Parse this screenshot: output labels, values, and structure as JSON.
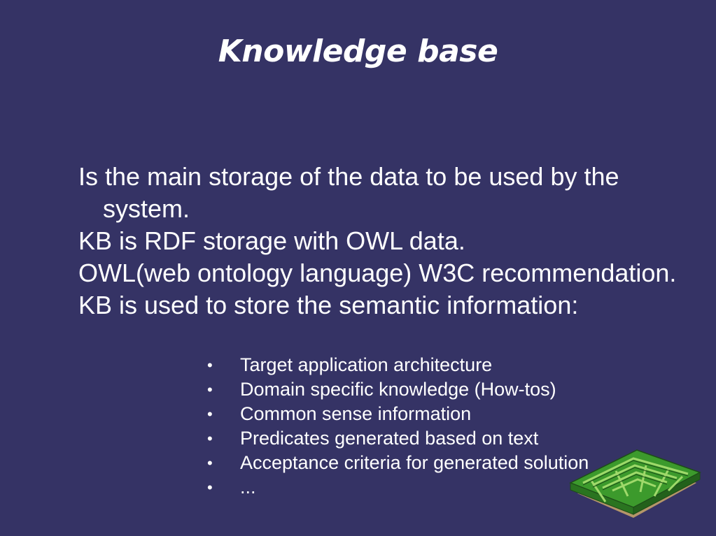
{
  "slide": {
    "title": "Knowledge base",
    "paragraphs": [
      "Is the main storage of the data to be used by the system.",
      "KB is RDF storage with OWL data.",
      "OWL(web ontology language) W3C recommendation.",
      "KB is used to store the semantic information:"
    ],
    "bullets": [
      "Target application architecture",
      "Domain specific knowledge (How-tos)",
      "Common sense information",
      "Predicates generated based on text",
      "Acceptance criteria for generated solution",
      "..."
    ],
    "bullet_glyph": "•",
    "decoration_icon": "maze-icon",
    "colors": {
      "background": "#353365",
      "text": "#ffffff",
      "maze_green": "#3c9a2c",
      "maze_shadow": "#caa86a"
    }
  }
}
